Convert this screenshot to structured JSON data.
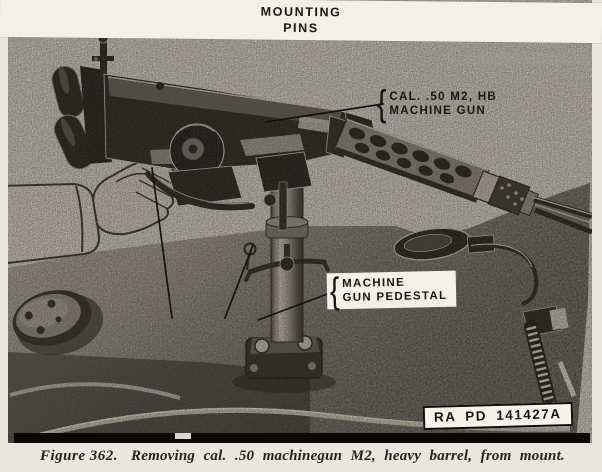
{
  "figure": {
    "caption_label": "Figure 362.",
    "caption_text": "Removing cal. .50 machinegun M2, heavy barrel, from mount.",
    "photo_credit": "RA PD 141427A",
    "callouts": {
      "machine_gun": {
        "line1": "CAL. .50 M2, HB",
        "line2": "MACHINE GUN"
      },
      "pedestal": {
        "line1": "MACHINE",
        "line2": "GUN PEDESTAL"
      },
      "mounting_pins": {
        "line1": "MOUNTING",
        "line2": "PINS"
      }
    },
    "glyphs": {
      "brace": "{"
    },
    "colors": {
      "paper": "#e9e6df",
      "photo_background": "#d9d6cd",
      "ink": "#14130f",
      "label_background": "#f2f0e8",
      "hull_dark": "#2a2823"
    }
  }
}
